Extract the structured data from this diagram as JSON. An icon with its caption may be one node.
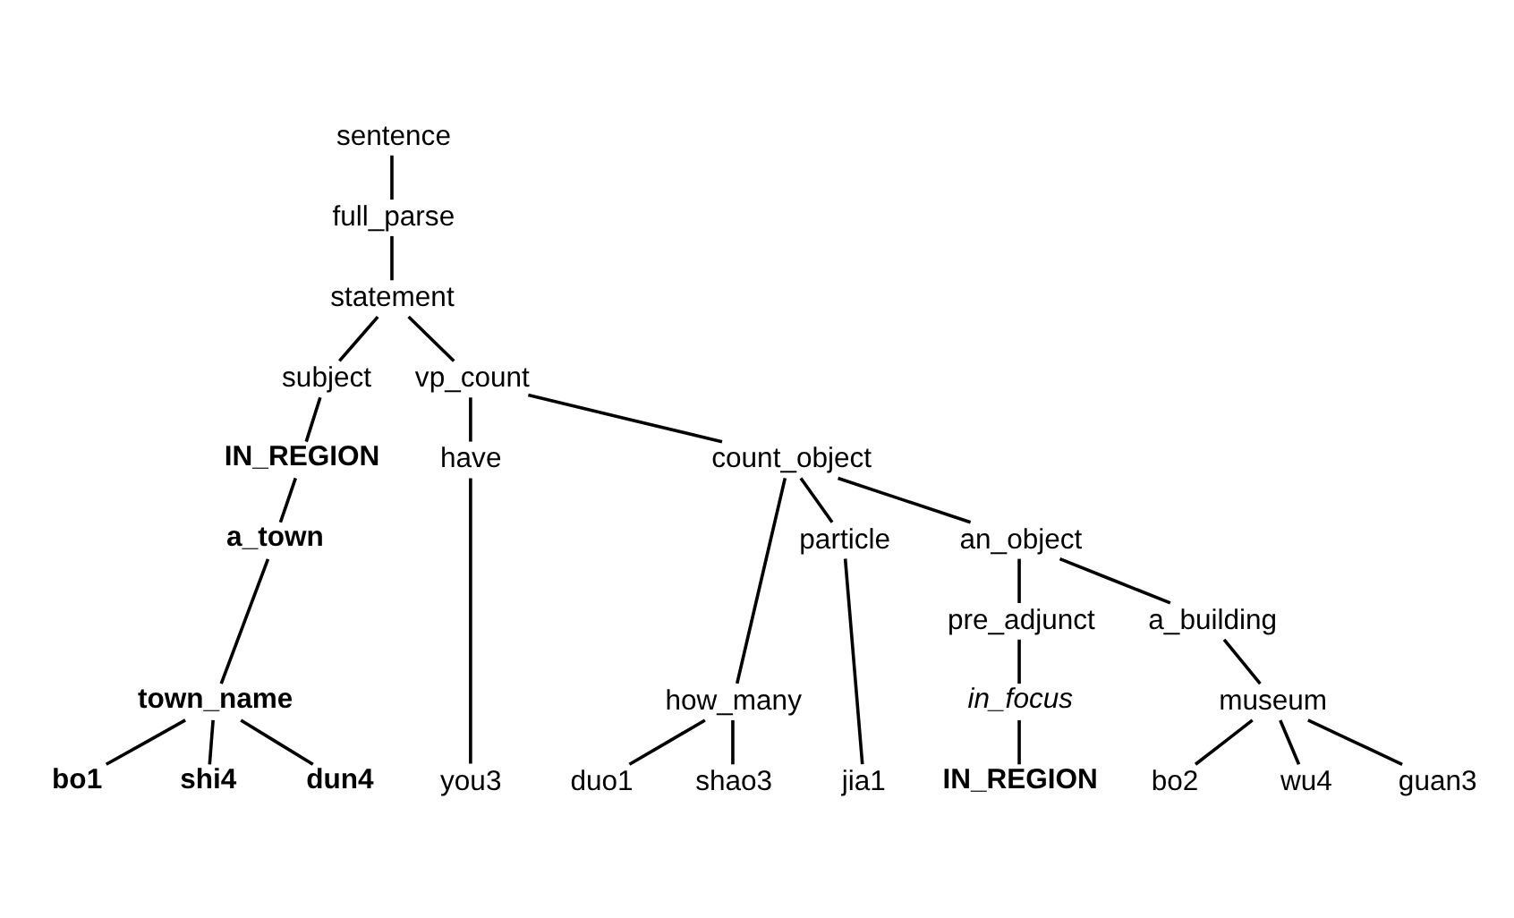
{
  "diagram": {
    "nodes": [
      {
        "text": [
          "sentence"
        ]
      },
      {
        "text": [
          "full_parse"
        ]
      },
      {
        "text": [
          "statement"
        ]
      },
      {
        "text": [
          "subject"
        ]
      },
      {
        "text": [
          "vp_count"
        ]
      },
      {
        "text": [
          "IN_REGION"
        ]
      },
      {
        "text": [
          "have"
        ]
      },
      {
        "text": [
          "count_object"
        ]
      },
      {
        "text": [
          "a_town"
        ]
      },
      {
        "text": [
          "how_many"
        ]
      },
      {
        "text": [
          "particle"
        ]
      },
      {
        "text": [
          "an_object"
        ]
      },
      {
        "text": [
          "town_name"
        ]
      },
      {
        "text": [
          "pre_adjunct"
        ]
      },
      {
        "text": [
          "a_building"
        ]
      },
      {
        "text": [
          "in_focus"
        ]
      },
      {
        "text": [
          "museum"
        ]
      },
      {
        "text": [
          "bo1"
        ]
      },
      {
        "text": [
          "shi4"
        ]
      },
      {
        "text": [
          "dun4"
        ]
      },
      {
        "text": [
          "you3"
        ]
      },
      {
        "text": [
          "duo1"
        ]
      },
      {
        "text": [
          "shao3"
        ]
      },
      {
        "text": [
          "jia1"
        ]
      },
      {
        "text": [
          "IN_REGION"
        ]
      },
      {
        "text": [
          "bo2"
        ]
      },
      {
        "text": [
          "wu4"
        ]
      },
      {
        "text": [
          "guan3"
        ]
      }
    ],
    "edges": [
      {
        "from": 0,
        "to": 1,
        "arrow": "none"
      },
      {
        "from": 1,
        "to": 2,
        "arrow": "none"
      },
      {
        "from": 2,
        "to": 3,
        "arrow": "none"
      },
      {
        "from": 2,
        "to": 4,
        "arrow": "none"
      },
      {
        "from": 3,
        "to": 5,
        "arrow": "none"
      },
      {
        "from": 5,
        "to": 8,
        "arrow": "none"
      },
      {
        "from": 8,
        "to": 12,
        "arrow": "none"
      },
      {
        "from": 12,
        "to": 17,
        "arrow": "none"
      },
      {
        "from": 12,
        "to": 18,
        "arrow": "none"
      },
      {
        "from": 12,
        "to": 19,
        "arrow": "none"
      },
      {
        "from": 4,
        "to": 6,
        "arrow": "none"
      },
      {
        "from": 4,
        "to": 7,
        "arrow": "none"
      },
      {
        "from": 6,
        "to": 20,
        "arrow": "none"
      },
      {
        "from": 7,
        "to": 9,
        "arrow": "none"
      },
      {
        "from": 7,
        "to": 10,
        "arrow": "none"
      },
      {
        "from": 7,
        "to": 11,
        "arrow": "none"
      },
      {
        "from": 9,
        "to": 21,
        "arrow": "none"
      },
      {
        "from": 9,
        "to": 22,
        "arrow": "none"
      },
      {
        "from": 10,
        "to": 23,
        "arrow": "none"
      },
      {
        "from": 11,
        "to": 13,
        "arrow": "none"
      },
      {
        "from": 11,
        "to": 14,
        "arrow": "none"
      },
      {
        "from": 13,
        "to": 15,
        "arrow": "none"
      },
      {
        "from": 15,
        "to": 24,
        "arrow": "none"
      },
      {
        "from": 14,
        "to": 16,
        "arrow": "none"
      },
      {
        "from": 16,
        "to": 25,
        "arrow": "none"
      },
      {
        "from": 16,
        "to": 26,
        "arrow": "none"
      },
      {
        "from": 16,
        "to": 27,
        "arrow": "none"
      }
    ]
  }
}
